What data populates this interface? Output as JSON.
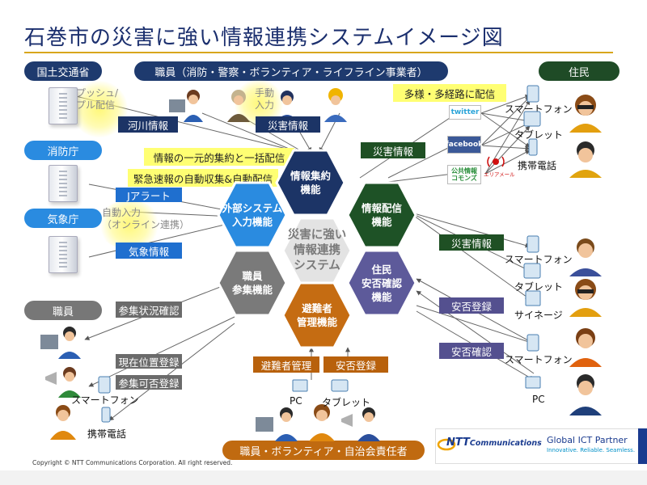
{
  "title": "石巻市の災害に強い情報連携システムイメージ図",
  "top_labels": {
    "mlit": "国土交通省",
    "staff_groups": "職員（消防・警察・ボランティア・ライフライン事業者）",
    "residents": "住民",
    "fire_agency": "消防庁",
    "jma": "気象庁",
    "staff": "職員",
    "bottom_group": "職員・ボランティア・自治会責任者"
  },
  "left_tags": {
    "river_info": "河川情報",
    "j_alert": "Jアラート",
    "weather_info": "気象情報",
    "attendance_check": "参集状況確認",
    "location_register": "現在位置登録",
    "attendance_register": "参集可否登録"
  },
  "highlights": {
    "multi_route": "多様・多経路に配信",
    "unified": "情報の一元的集約と一括配信",
    "auto_collect": "緊急速報の自動収集&自動配信"
  },
  "faded_labels": {
    "push_pull": "プッシュ/\nプル配信",
    "manual_input": "手動\n入力",
    "auto_input": "自動入力\n（オンライン連携）"
  },
  "center_tags": {
    "disaster_info_top": "災害情報",
    "disaster_info_mid": "災害情報",
    "disaster_info_right": "災害情報",
    "safety_register_right": "安否登録",
    "safety_confirm_right": "安否確認",
    "shelter_mgmt": "避難者管理",
    "safety_register_bottom": "安否登録"
  },
  "hexes": {
    "collect": "情報集約\n機能",
    "deliver": "情報配信\n機能",
    "external": "外部システム\n入力機能",
    "center": "災害に強い\n情報連携\nシステム",
    "staff_attend": "職員\n参集機能",
    "resident_safety": "住民\n安否確認\n機能",
    "shelter": "避難者\n管理機能"
  },
  "devices": {
    "sp1": "スマートフォン",
    "tab1": "タブレット",
    "mobile1": "携帯電話",
    "sp2": "スマートフォン",
    "tab2": "タブレット",
    "signage": "サイネージ",
    "sp3": "スマートフォン",
    "pc_right": "PC",
    "pc_bottom": "PC",
    "tab_bottom": "タブレット",
    "sp_left": "スマートフォン",
    "mobile_left": "携帯電話"
  },
  "services": {
    "twitter": "twitter",
    "facebook": "facebook",
    "lcommons": "公共情報\nコモンズ",
    "area_mail": "エリアメール"
  },
  "footer": {
    "copyright": "Copyright © NTT Communications Corporation. All right reserved.",
    "ntt": "NTT",
    "ntt_sub": "Communications",
    "gip": "Global ICT Partner",
    "gip_sub": "Innovative. Reliable. Seamless."
  },
  "colors": {
    "navy_hex": "#1c3466",
    "green_hex": "#1e5226",
    "blue_hex": "#2a8be0",
    "gray_hex": "#7a7a7a",
    "purple_hex": "#5d5a9a",
    "amber_hex": "#c56c12",
    "center_hex": "#e3e3e3"
  }
}
